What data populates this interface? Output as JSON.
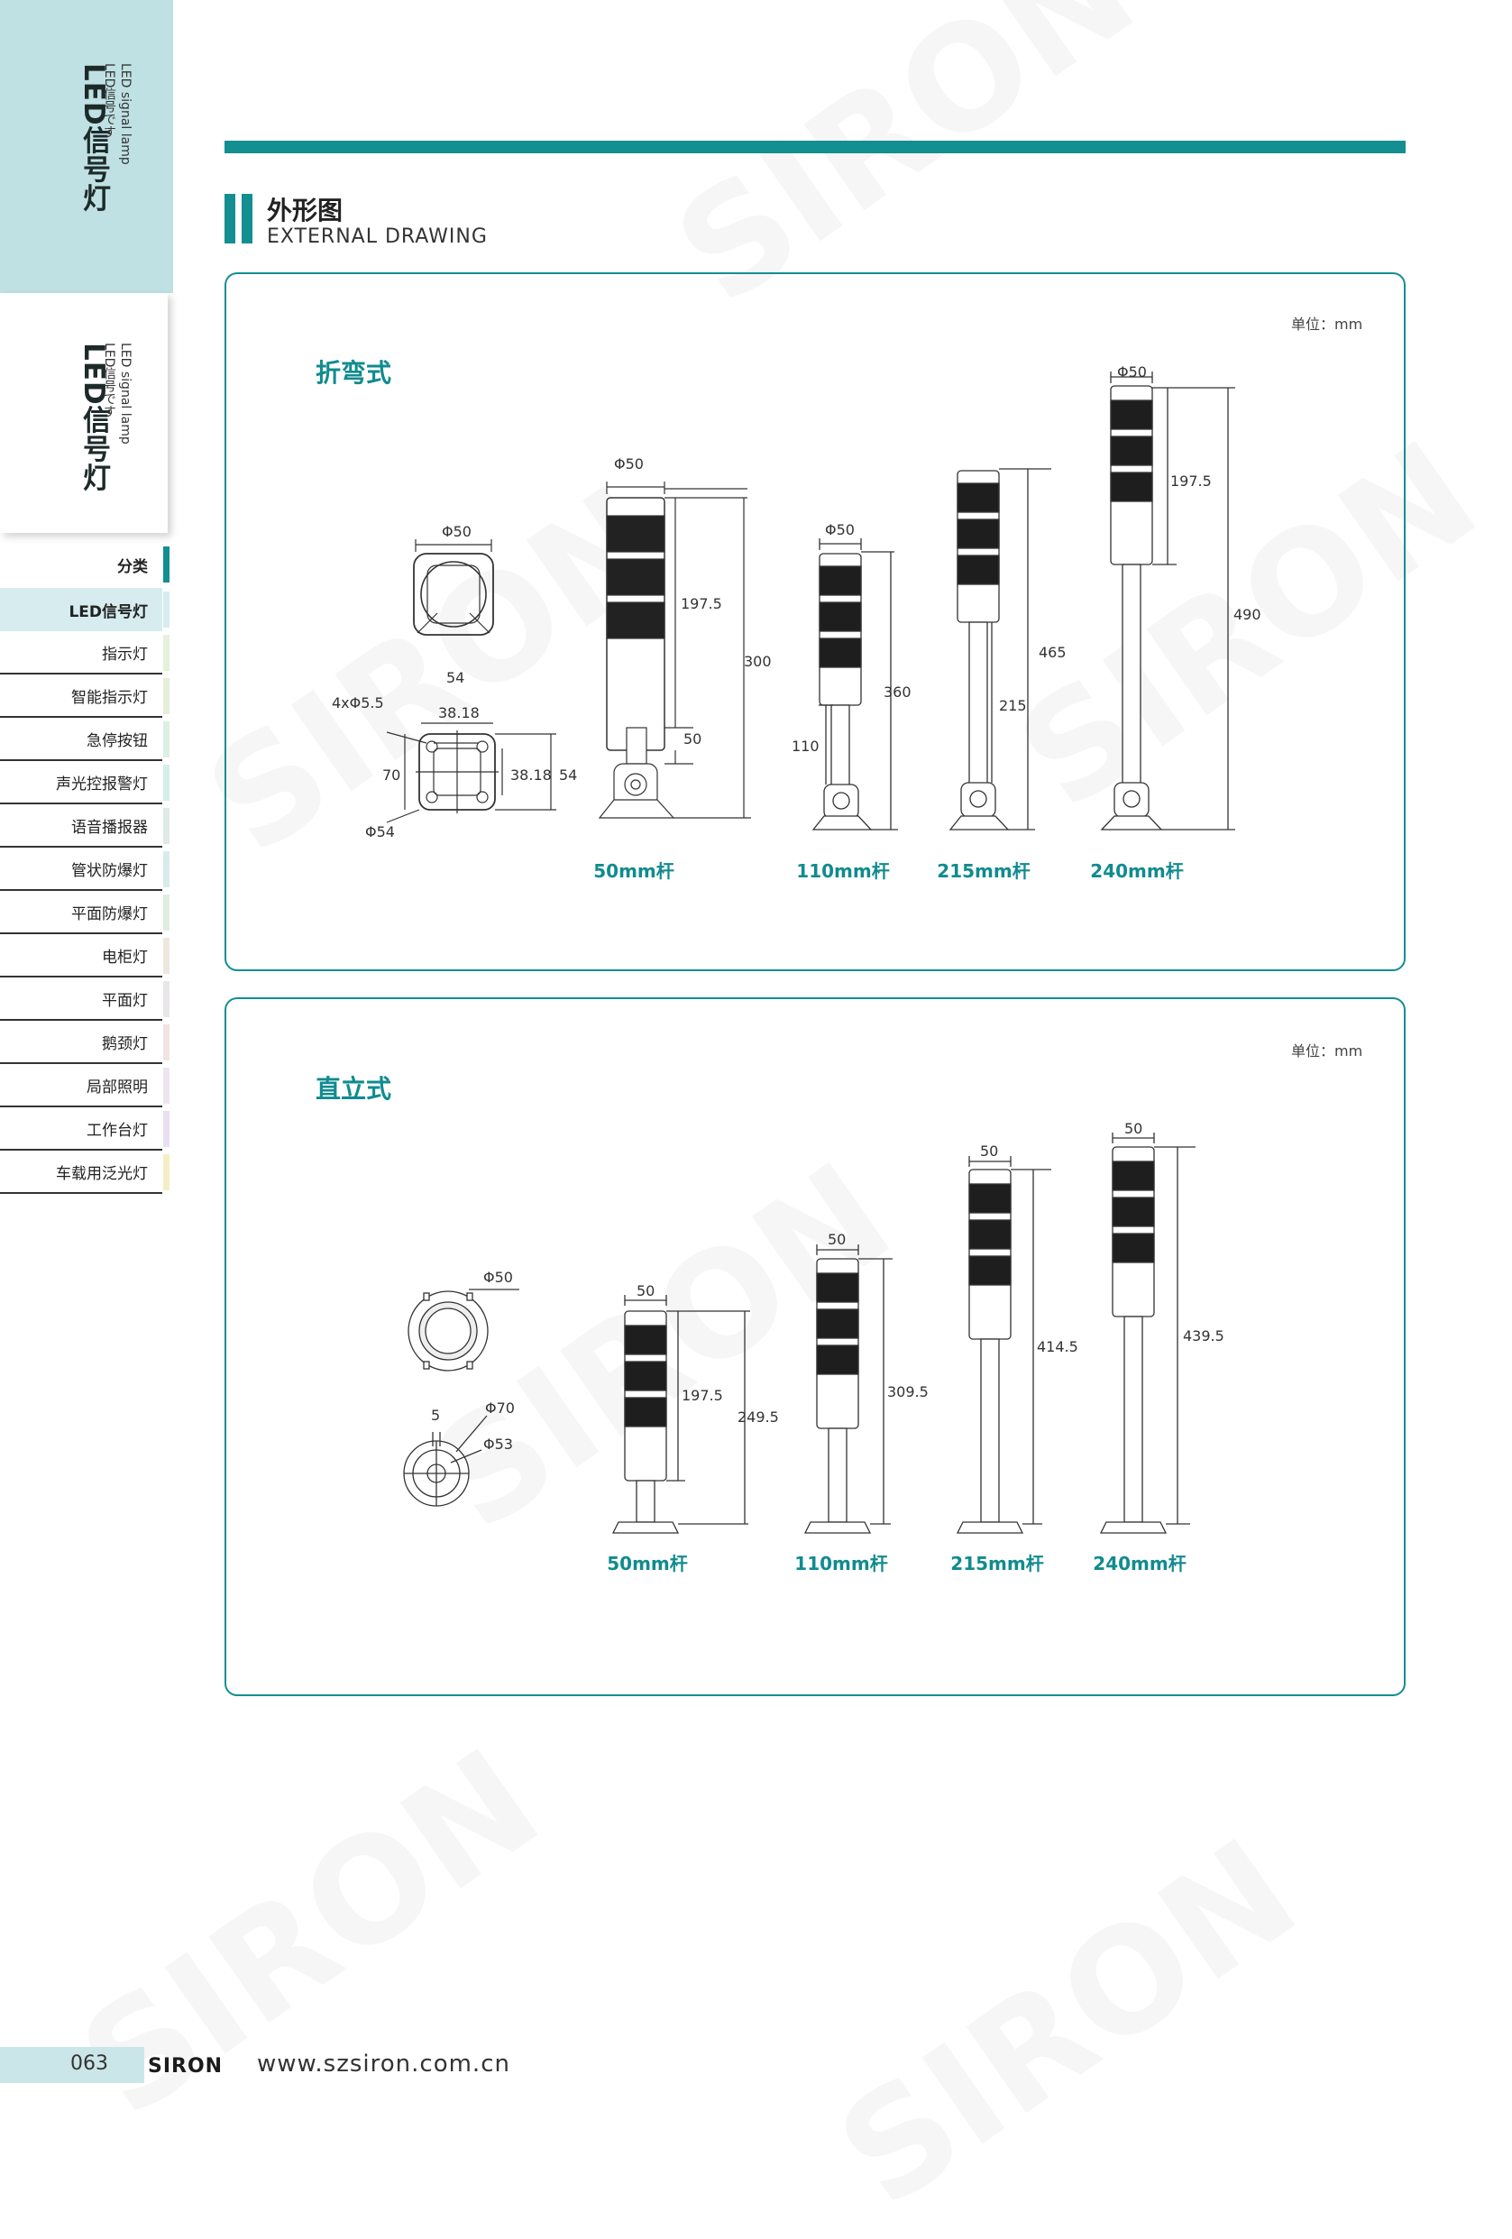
{
  "sidebar": {
    "tab1": {
      "title": "LED信号灯",
      "sub_en": "LED signal lamp",
      "sub_jp": "LED信号です"
    },
    "tab2": {
      "title": "LED信号灯",
      "sub_en": "LED signal lamp",
      "sub_jp": "LED信号です"
    },
    "heading": "分类",
    "items": [
      {
        "label": "LED信号灯",
        "color": "#d6ecee"
      },
      {
        "label": "指示灯",
        "color": "#e6f0dc"
      },
      {
        "label": "智能指示灯",
        "color": "#e4efd8"
      },
      {
        "label": "急停按钮",
        "color": "#dcefe4"
      },
      {
        "label": "声光控报警灯",
        "color": "#d5eee8"
      },
      {
        "label": "语音播报器",
        "color": "#dfe9e6"
      },
      {
        "label": "管状防爆灯",
        "color": "#d7ebea"
      },
      {
        "label": "平面防爆灯",
        "color": "#e0ece2"
      },
      {
        "label": "电柜灯",
        "color": "#ece8df"
      },
      {
        "label": "平面灯",
        "color": "#e8e6e9"
      },
      {
        "label": "鹅颈灯",
        "color": "#f0e4e4"
      },
      {
        "label": "局部照明",
        "color": "#ece5ee"
      },
      {
        "label": "工作台灯",
        "color": "#e8e0f2"
      },
      {
        "label": "车载用泛光灯",
        "color": "#f5eec4"
      }
    ]
  },
  "header": {
    "title": "外形图",
    "subtitle": "EXTERNAL DRAWING",
    "accent": "#138e91"
  },
  "panel1": {
    "title": "折弯式",
    "unit": "单位：mm",
    "top_view": {
      "dia": "Φ50"
    },
    "base_view": {
      "holes": "4xΦ5.5",
      "w": "54",
      "pitch_w": "38.18",
      "h": "70",
      "pitch_h": "38.18",
      "side": "54",
      "dia": "Φ54"
    },
    "lamps": [
      {
        "caption": "50mm杆",
        "top": "Φ50",
        "head": "197.5",
        "total": "300",
        "rod": "50"
      },
      {
        "caption": "110mm杆",
        "top": "Φ50",
        "total": "360",
        "rod": "110"
      },
      {
        "caption": "215mm杆",
        "total": "465",
        "rod": "215"
      },
      {
        "caption": "240mm杆",
        "top": "Φ50",
        "head": "197.5",
        "total": "490"
      }
    ]
  },
  "panel2": {
    "title": "直立式",
    "unit": "单位：mm",
    "top_view": {
      "dia": "Φ50"
    },
    "base_view": {
      "slot": "5",
      "outer": "Φ70",
      "inner": "Φ53"
    },
    "lamps": [
      {
        "caption": "50mm杆",
        "top": "50",
        "head": "197.5",
        "total": "249.5"
      },
      {
        "caption": "110mm杆",
        "top": "50",
        "total": "309.5"
      },
      {
        "caption": "215mm杆",
        "top": "50",
        "total": "414.5"
      },
      {
        "caption": "240mm杆",
        "top": "50",
        "total": "439.5"
      }
    ]
  },
  "footer": {
    "page": "063",
    "logo": "SIRON",
    "url": "www.szsiron.com.cn"
  }
}
